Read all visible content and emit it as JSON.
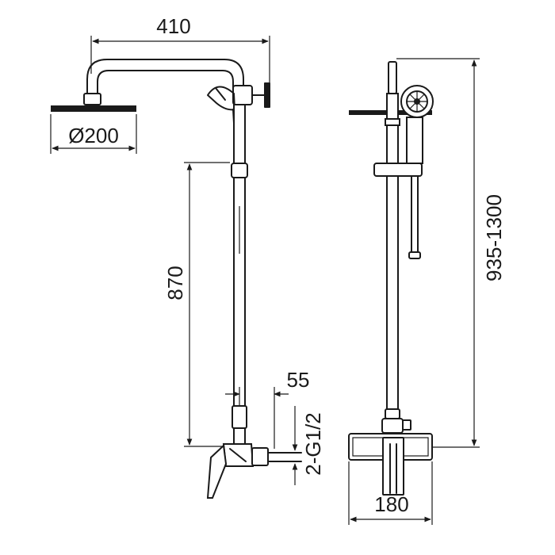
{
  "dimensions": {
    "arm_reach": "410",
    "head_diameter": "Ø200",
    "bar_height": "870",
    "outlet_offset": "55",
    "inlet_thread": "2-G1/2",
    "total_height": "935-1300",
    "mixer_width": "180"
  },
  "colors": {
    "line": "#1a1a1a",
    "background": "#ffffff"
  }
}
